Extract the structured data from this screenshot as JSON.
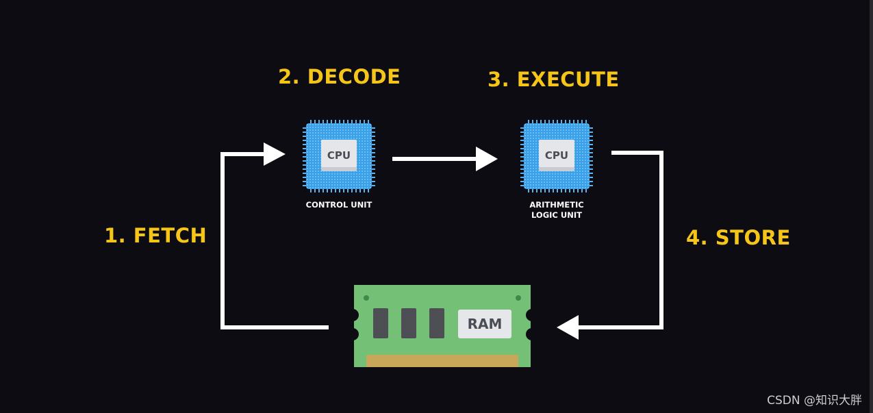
{
  "steps": {
    "fetch": "1. FETCH",
    "decode": "2. DECODE",
    "execute": "3. EXECUTE",
    "store": "4. STORE"
  },
  "components": {
    "cpu_chip_label": "CPU",
    "control_unit_caption": "CONTROL UNIT",
    "alu_caption_line1": "ARITHMETIC",
    "alu_caption_line2": "LOGIC UNIT",
    "ram_label": "RAM"
  },
  "watermark": "CSDN @知识大胖",
  "colors": {
    "background": "#0d0c12",
    "label_yellow": "#f5c518",
    "arrow_white": "#ffffff",
    "chip_blue": "#3aa0e8",
    "ram_green": "#74c076",
    "ram_gold": "#c8a65a"
  }
}
